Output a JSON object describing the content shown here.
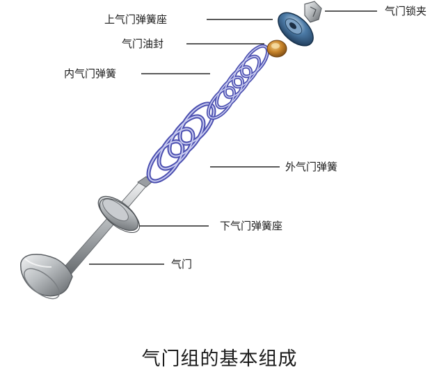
{
  "labels": {
    "keeper": "气门锁夹",
    "upper_seat": "上气门弹簧座",
    "oil_seal": "气门油封",
    "inner_spring": "内气门弹簧",
    "outer_spring": "外气门弹簧",
    "lower_seat": "下气门弹簧座",
    "valve": "气门"
  },
  "caption": "气门组的基本组成",
  "icons": [
    "valve-keeper-icon",
    "upper-spring-seat-icon",
    "oil-seal-icon",
    "inner-spring-icon",
    "outer-spring-icon",
    "lower-spring-seat-icon",
    "valve-icon"
  ],
  "colors": {
    "steel_dark": "#6f7478",
    "steel_light": "#d9dcde",
    "spring": "#4b4fb0",
    "spring_light": "#c9ccf0",
    "seat_blue": "#2f5b86",
    "seal_orange": "#c8842a",
    "leader": "#222222"
  }
}
